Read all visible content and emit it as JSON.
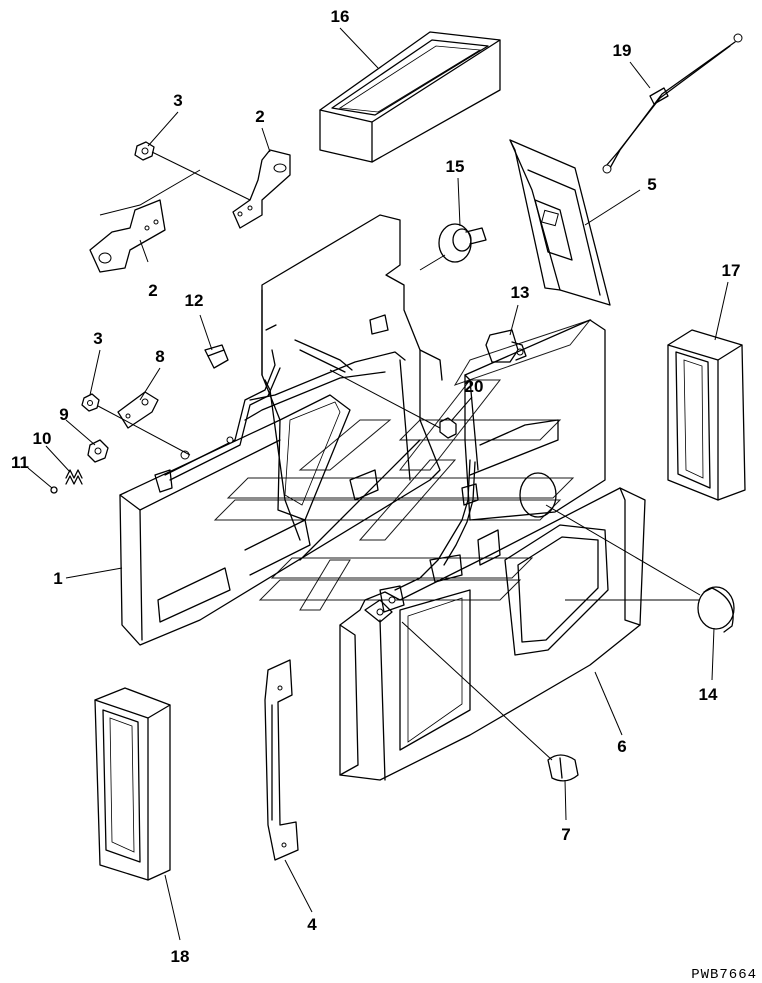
{
  "drawing_code": "PWB7664",
  "callouts": [
    {
      "id": "c16",
      "label": "16"
    },
    {
      "id": "c19",
      "label": "19"
    },
    {
      "id": "c3a",
      "label": "3"
    },
    {
      "id": "c2a",
      "label": "2"
    },
    {
      "id": "c15",
      "label": "15"
    },
    {
      "id": "c5",
      "label": "5"
    },
    {
      "id": "c2b",
      "label": "2"
    },
    {
      "id": "c17",
      "label": "17"
    },
    {
      "id": "c12",
      "label": "12"
    },
    {
      "id": "c13",
      "label": "13"
    },
    {
      "id": "c3b",
      "label": "3"
    },
    {
      "id": "c8",
      "label": "8"
    },
    {
      "id": "c20",
      "label": "20"
    },
    {
      "id": "c9",
      "label": "9"
    },
    {
      "id": "c10",
      "label": "10"
    },
    {
      "id": "c11",
      "label": "11"
    },
    {
      "id": "c1",
      "label": "1"
    },
    {
      "id": "c14",
      "label": "14"
    },
    {
      "id": "c6",
      "label": "6"
    },
    {
      "id": "c7",
      "label": "7"
    },
    {
      "id": "c4",
      "label": "4"
    },
    {
      "id": "c18",
      "label": "18"
    }
  ]
}
